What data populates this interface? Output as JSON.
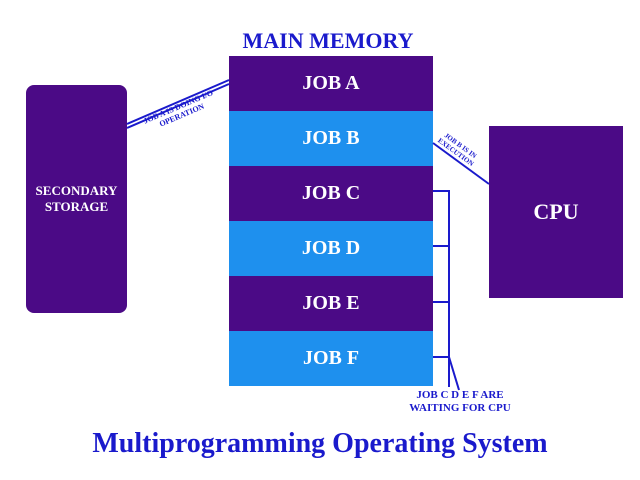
{
  "memory": {
    "title": "MAIN MEMORY",
    "jobs": [
      {
        "label": "JOB A"
      },
      {
        "label": "JOB B"
      },
      {
        "label": "JOB C"
      },
      {
        "label": "JOB D"
      },
      {
        "label": "JOB E"
      },
      {
        "label": "JOB F"
      }
    ]
  },
  "secondary_storage": {
    "line1": "SECONDARY",
    "line2": "STORAGE"
  },
  "cpu": {
    "label": "CPU"
  },
  "annotations": {
    "io_line1": "JOB A IS DOING I/O",
    "io_line2": "OPERATION",
    "exec_line1": "JOB B IS IN",
    "exec_line2": "EXECUTION",
    "wait_line1": "JOB C D E F ARE",
    "wait_line2": "WAITING FOR CPU"
  },
  "page_title": "Multiprogramming Operating System",
  "colors": {
    "dark_purple": "#4b0a86",
    "light_blue": "#1e90ee",
    "line_blue": "#1a1acc"
  }
}
